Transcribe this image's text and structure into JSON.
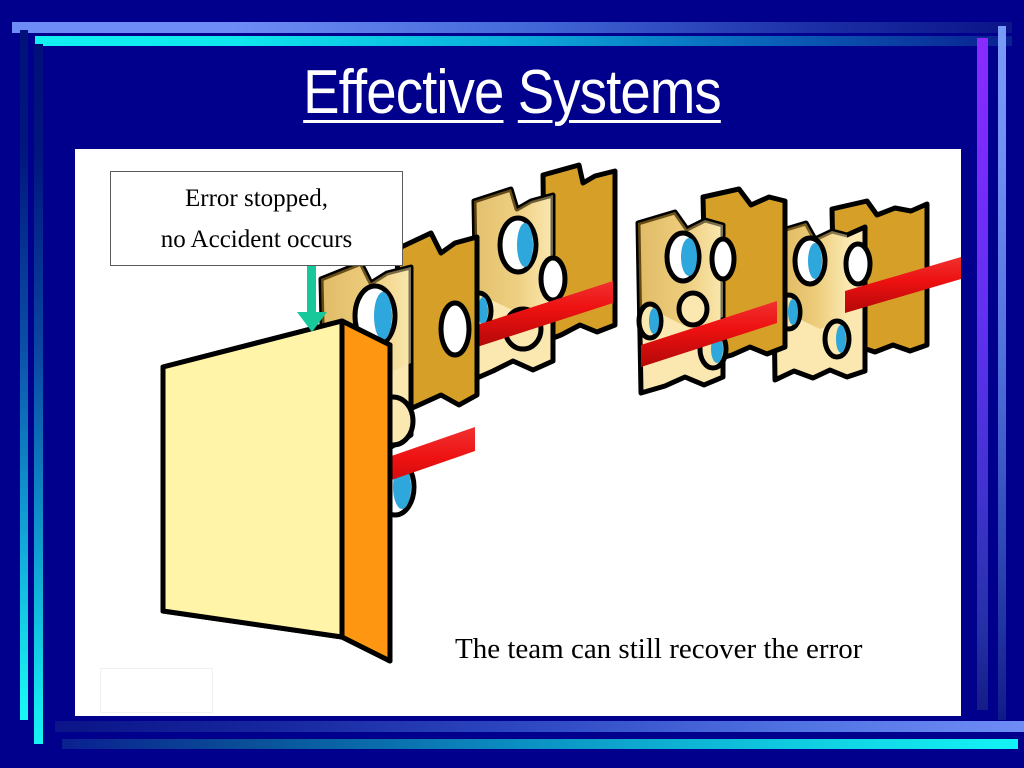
{
  "slide": {
    "background_color": "#00008C",
    "title": {
      "word1": "Effective",
      "word2": "Systems",
      "color": "#FFFFFF"
    },
    "callout": {
      "line1": "Error stopped,",
      "line2": "no Accident occurs",
      "border_color": "#5B5B5B",
      "text_color": "#000000"
    },
    "arrow": {
      "name": "down-arrow",
      "color": "#18C89B"
    },
    "caption": {
      "text": "The team can still recover the error",
      "color": "#000000"
    },
    "canvas": {
      "background_color": "#FFFFFF"
    },
    "decor": {
      "top_bar_blue_color": "#6E8CF5",
      "top_bar_cyan_color": "#12F0F0",
      "left_bar_color": "#17F0F0",
      "right_bar_purple_color": "#8A2BFF",
      "right_bar_blue_color": "#7B9BF8",
      "bottom_bar_blue_color": "#6E8CF5",
      "bottom_bar_cyan_color": "#13F4F4"
    },
    "artwork": {
      "name": "swiss-cheese-model-diagram",
      "description": "Swiss cheese model: a solid yellow barrier slab in front of four holed cheese slices pierced by a red arrow",
      "colors": {
        "barrier_front": "#FFF4A8",
        "barrier_side": "#FF9611",
        "cheese_front": "#FAE8B0",
        "cheese_side": "#D6A028",
        "cheese_shadow": "#C68F1E",
        "hole_center": "#2EA7DC",
        "hole_ring": "#000000",
        "rod": "#EE1111",
        "rod_shade": "#BF0A0A",
        "outline": "#000000"
      },
      "slices": [
        {
          "name": "barrier-slab",
          "holes": 0,
          "pierced": false
        },
        {
          "name": "cheese-slice-1",
          "holes": 6,
          "pierced": true
        },
        {
          "name": "cheese-slice-2",
          "holes": 4,
          "pierced": true
        },
        {
          "name": "cheese-slice-3",
          "holes": 5,
          "pierced": true
        },
        {
          "name": "cheese-slice-4",
          "holes": 5,
          "pierced": true
        }
      ]
    }
  }
}
